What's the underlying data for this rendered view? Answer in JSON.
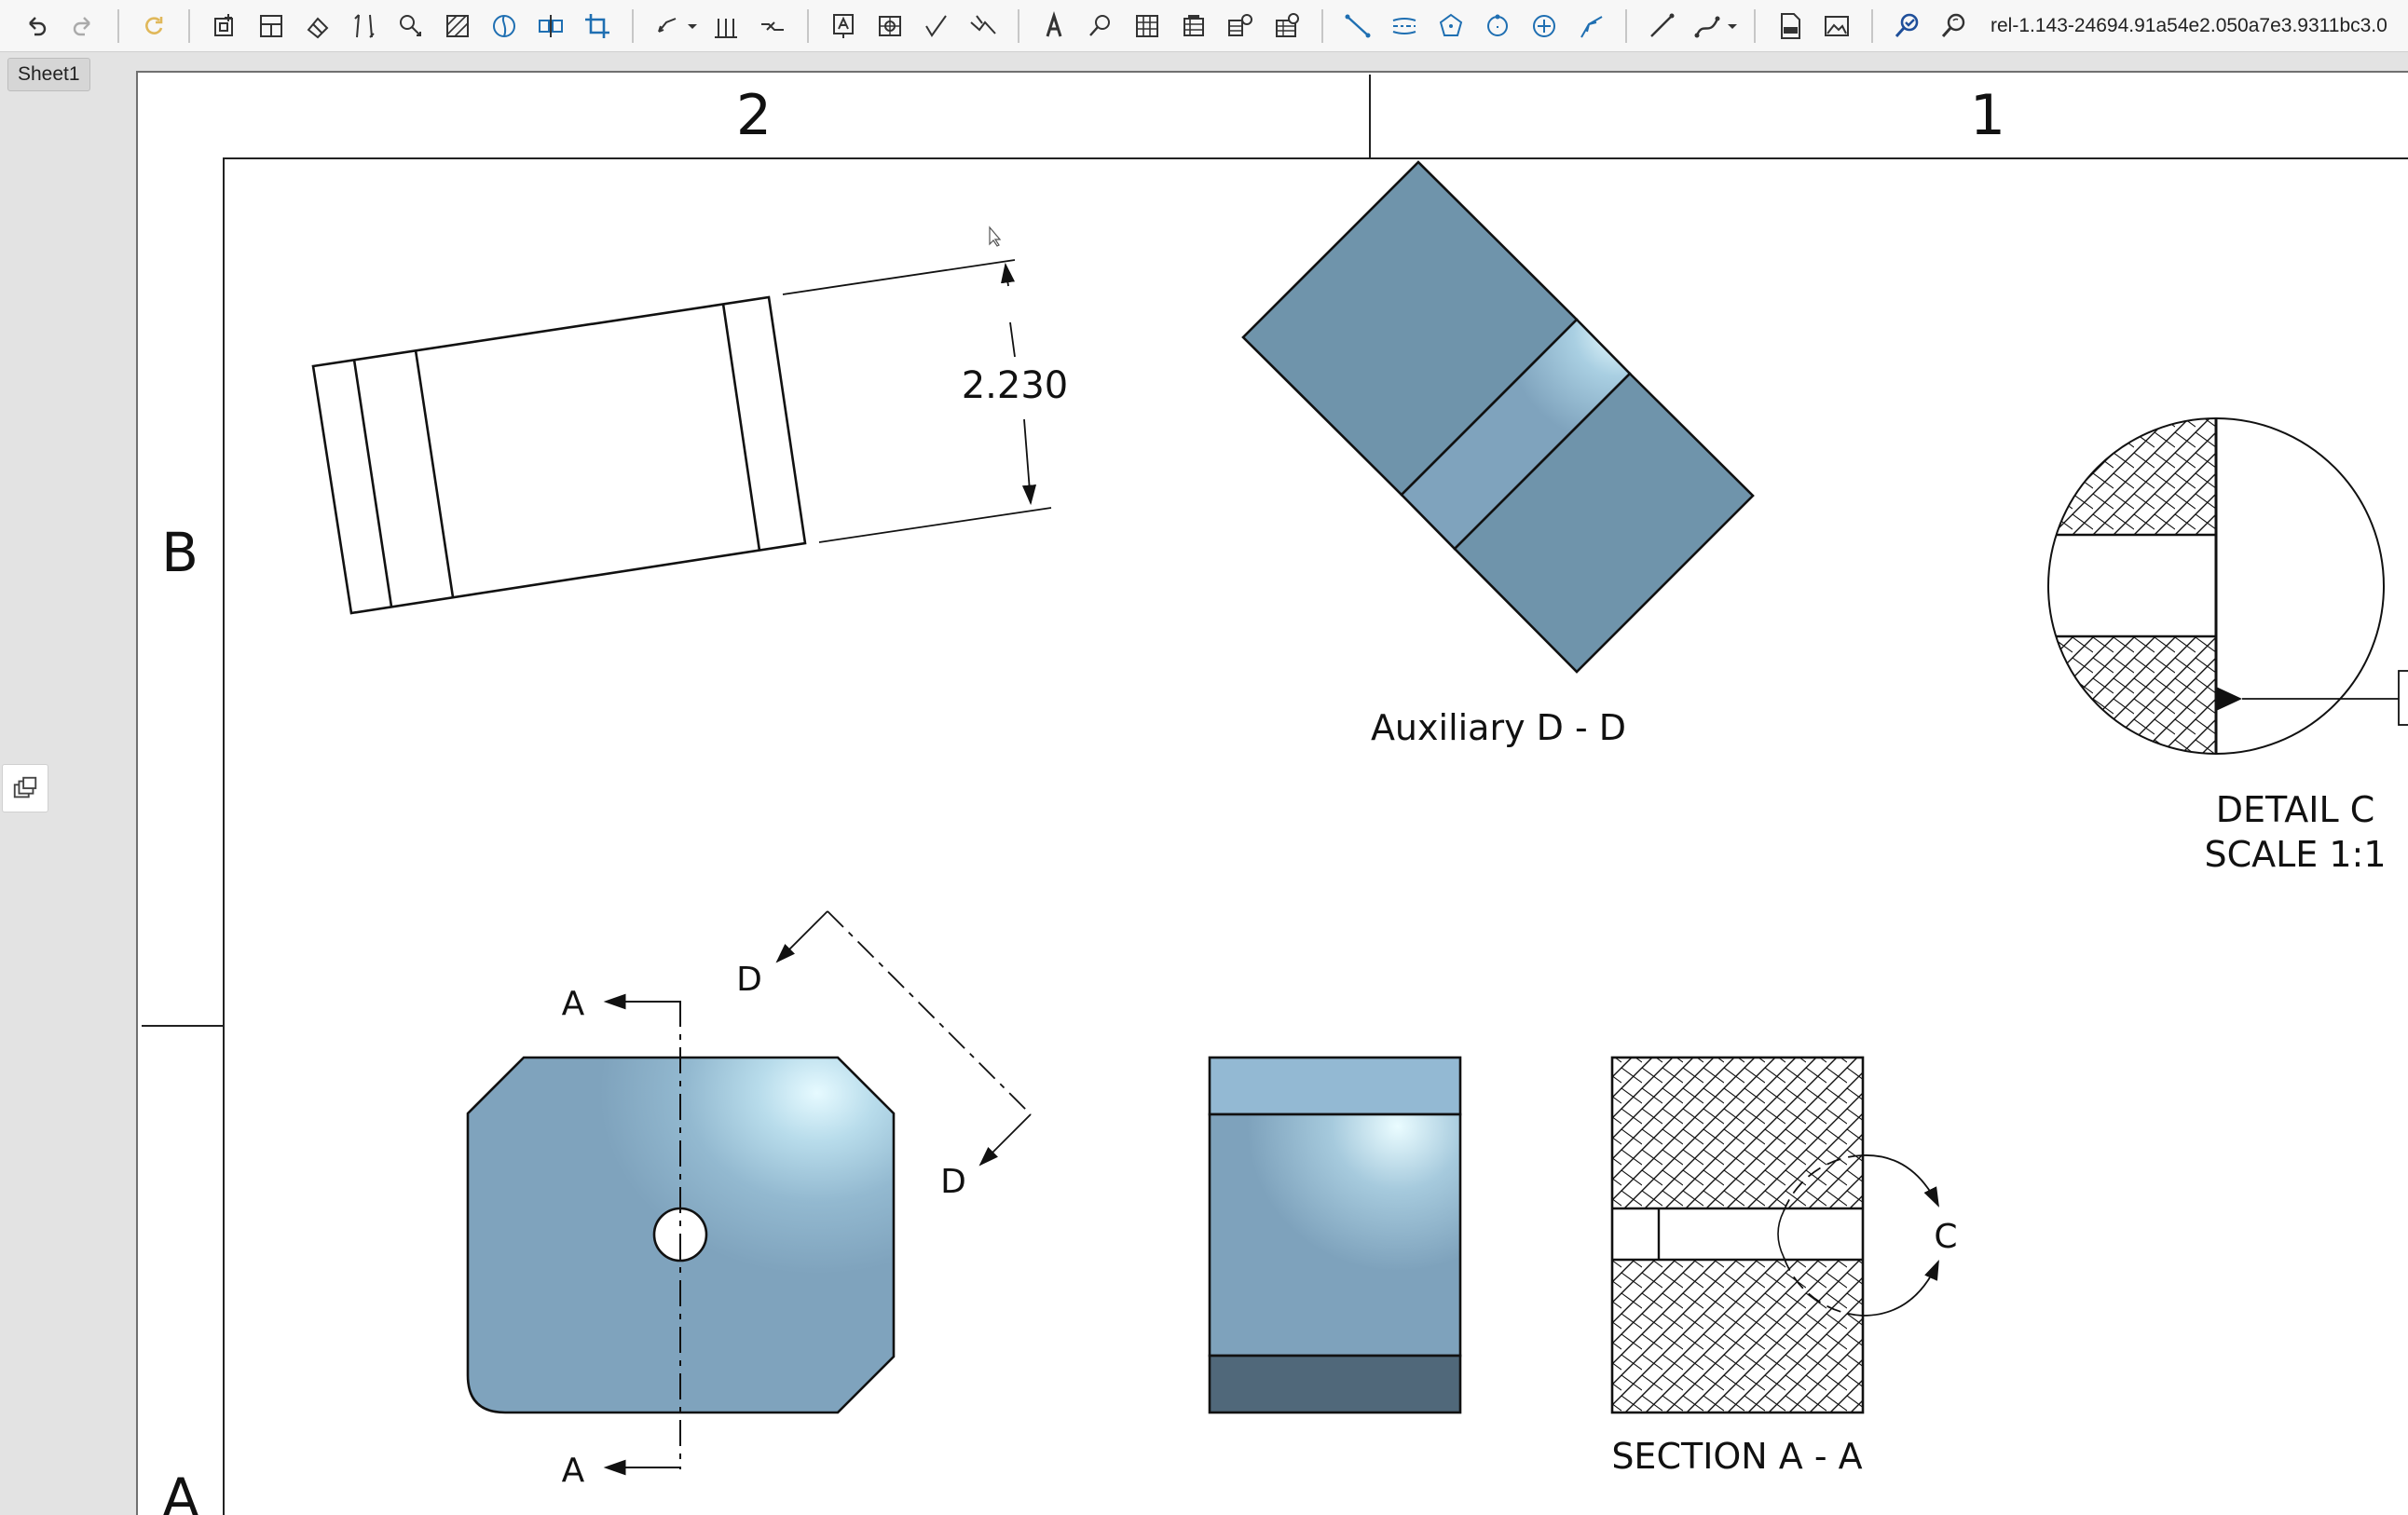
{
  "toolbar": {
    "buttons": [
      {
        "name": "undo-icon"
      },
      {
        "name": "redo-icon"
      },
      {
        "name": "refresh-icon"
      },
      {
        "name": "insert-view-icon"
      },
      {
        "name": "projected-view-icon"
      },
      {
        "name": "auxiliary-view-icon"
      },
      {
        "name": "section-view-icon"
      },
      {
        "name": "detail-view-icon"
      },
      {
        "name": "hatch-icon"
      },
      {
        "name": "break-view-icon"
      },
      {
        "name": "align-view-icon"
      },
      {
        "name": "crop-icon"
      },
      {
        "name": "dimension-icon"
      },
      {
        "name": "ordinate-icon"
      },
      {
        "name": "chamfer-dim-icon"
      },
      {
        "name": "note-icon"
      },
      {
        "name": "callout-icon"
      },
      {
        "name": "surface-finish-icon"
      },
      {
        "name": "weld-symbol-icon"
      },
      {
        "name": "text-icon"
      },
      {
        "name": "inspect-icon"
      },
      {
        "name": "table-icon"
      },
      {
        "name": "bom-icon"
      },
      {
        "name": "hole-table-icon"
      },
      {
        "name": "revision-table-icon"
      },
      {
        "name": "line-icon"
      },
      {
        "name": "centerline-icon"
      },
      {
        "name": "centermark-icon"
      },
      {
        "name": "bolt-circle-icon"
      },
      {
        "name": "center-point-icon"
      },
      {
        "name": "sketch-line-icon"
      },
      {
        "name": "sketch-arc-icon"
      },
      {
        "name": "spline-icon"
      },
      {
        "name": "export-dxf-icon"
      },
      {
        "name": "insert-image-icon"
      },
      {
        "name": "check-icon"
      },
      {
        "name": "find-icon"
      }
    ],
    "doc_id": "rel-1.143-24694.91a54e2.050a7e3.9311bc3.0"
  },
  "sheet_tab": "Sheet1",
  "drawing": {
    "zones": {
      "col_left": "2",
      "col_right": "1",
      "row_top": "B",
      "row_bottom": "A"
    },
    "dimension_value": "2.230",
    "aux_view_label": "Auxiliary D - D",
    "detail_label_line1": "DETAIL C",
    "detail_label_line2": "SCALE 1:1",
    "section_label": "SECTION A - A",
    "section_letter": "A",
    "aux_letter": "D",
    "detail_letter": "C",
    "colors": {
      "body": "#7fa3bd",
      "body_dark": "#6f94ab",
      "top_face": "#93b9d3",
      "bottom_face": "#50687a",
      "highlight": "#e6faff",
      "line": "#111111"
    }
  }
}
